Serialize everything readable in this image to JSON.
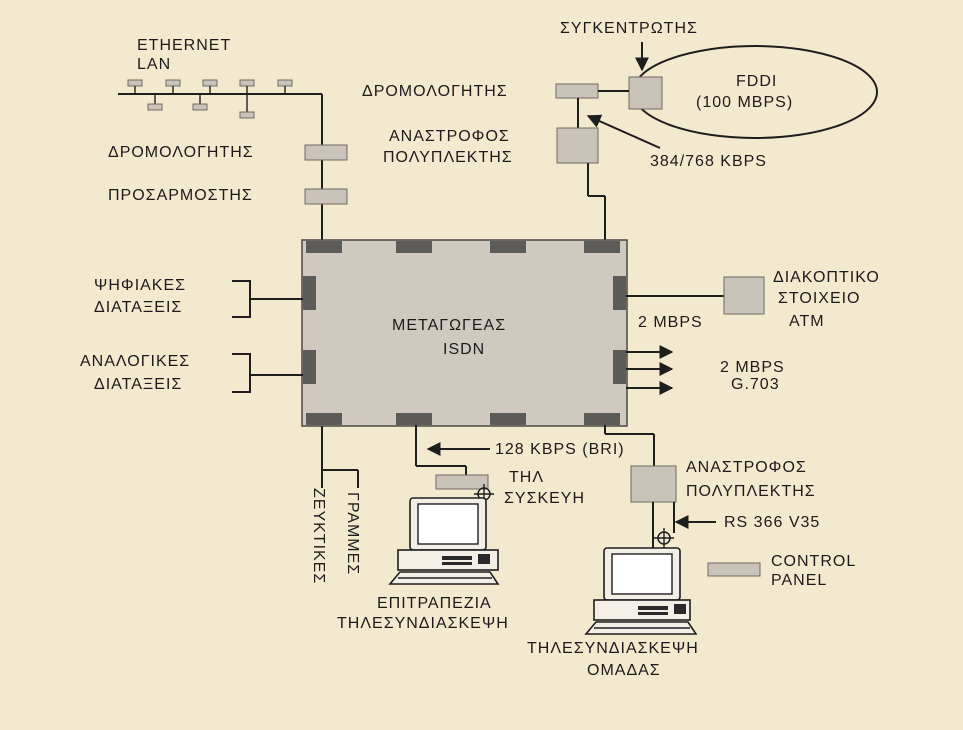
{
  "labels": {
    "ethernet_lan_1": "ETHERNET",
    "ethernet_lan_2": "LAN",
    "router_left": "ΔΡΟΜΟΛΟΓΗΤΗΣ",
    "adapter": "ΠΡΟΣΑΡΜΟΣΤΗΣ",
    "concentrator": "ΣΥΓΚΕΝΤΡΩΤΗΣ",
    "router_top": "ΔΡΟΜΟΛΟΓΗΤΗΣ",
    "fddi_1": "FDDI",
    "fddi_2": "(100 MBPS)",
    "inv_mux_top_1": "ΑΝΑΣΤΡΟΦΟΣ",
    "inv_mux_top_2": "ΠΟΛΥΠΛΕΚΤΗΣ",
    "rate_384": "384/768 KBPS",
    "digital_1": "ΨΗΦΙΑΚΕΣ",
    "digital_2": "ΔΙΑΤΑΞΕΙΣ",
    "analog_1": "ΑΝΑΛΟΓΙΚΕΣ",
    "analog_2": "ΔΙΑΤΑΞΕΙΣ",
    "switch_1": "ΜΕΤΑΓΩΓΕΑΣ",
    "switch_2": "ISDN",
    "atm_1": "ΔΙΑΚΟΠΤΙΚΟ",
    "atm_2": "ΣΤΟΙΧΕΙΟ",
    "atm_3": "ATM",
    "rate_2mbps_atm": "2 MBPS",
    "rate_2mbps_g703_1": "2 MBPS",
    "rate_2mbps_g703_2": "G.703",
    "rate_bri": "128 KBPS (BRI)",
    "phone_1": "ΤΗΛ",
    "phone_2": "ΣΥΣΚΕΥΗ",
    "inv_mux_bottom_1": "ΑΝΑΣΤΡΟΦΟΣ",
    "inv_mux_bottom_2": "ΠΟΛΥΠΛΕΚΤΗΣ",
    "rs366": "RS 366 V35",
    "control_1": "CONTROL",
    "control_2": "PANEL",
    "tie_lines_1": "ΖΕΥΚΤΙΚΕΣ",
    "tie_lines_2": "ΓΡΑΜΜΕΣ",
    "desktop_1": "ΕΠΙΤΡΑΠΕΖΙΑ",
    "desktop_2": "ΤΗΛΕΣΥΝΔΙΑΣΚΕΨΗ",
    "group_1": "ΤΗΛΕΣΥΝΔΙΑΣΚΕΨΗ",
    "group_2": "ΟΜΑΔΑΣ"
  },
  "colors": {
    "background": "#f3e9cf",
    "device": "#c9c3ba",
    "port": "#5d5b57",
    "line": "#1e1e1e"
  },
  "icons": [
    "computer-icon",
    "connector-icon",
    "arrow-icon"
  ]
}
